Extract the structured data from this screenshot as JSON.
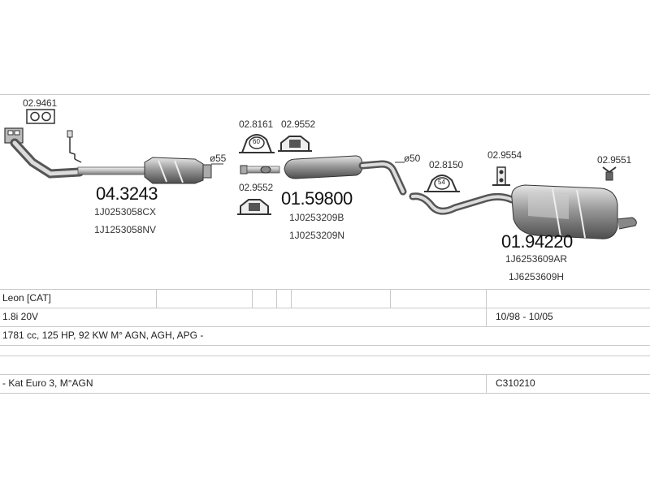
{
  "parts": {
    "p1": {
      "label": "02.9461"
    },
    "p2": {
      "main": "04.3243",
      "oem1": "1J0253058CX",
      "oem2": "1J1253058NV",
      "dia": "ø55"
    },
    "p3": {
      "label": "02.8161",
      "ring": "60"
    },
    "p4": {
      "label": "02.9552"
    },
    "p5": {
      "label": "02.9552"
    },
    "p6": {
      "main": "01.59800",
      "oem1": "1J0253209B",
      "oem2": "1J0253209N",
      "dia": "ø50"
    },
    "p7": {
      "label": "02.8150",
      "ring": "54"
    },
    "p8": {
      "label": "02.9554"
    },
    "p9": {
      "label": "02.9551"
    },
    "p10": {
      "main": "01.94220",
      "oem1": "1J6253609AR",
      "oem2": "1J6253609H"
    }
  },
  "table": {
    "model": "Leon  [CAT]",
    "engine": "1.8i 20V",
    "years": "10/98 - 10/05",
    "specs": "1781 cc, 125 HP, 92 KW M° AGN, AGH, APG -",
    "notes": "- Kat Euro 3, M°AGN",
    "code": "C310210"
  }
}
